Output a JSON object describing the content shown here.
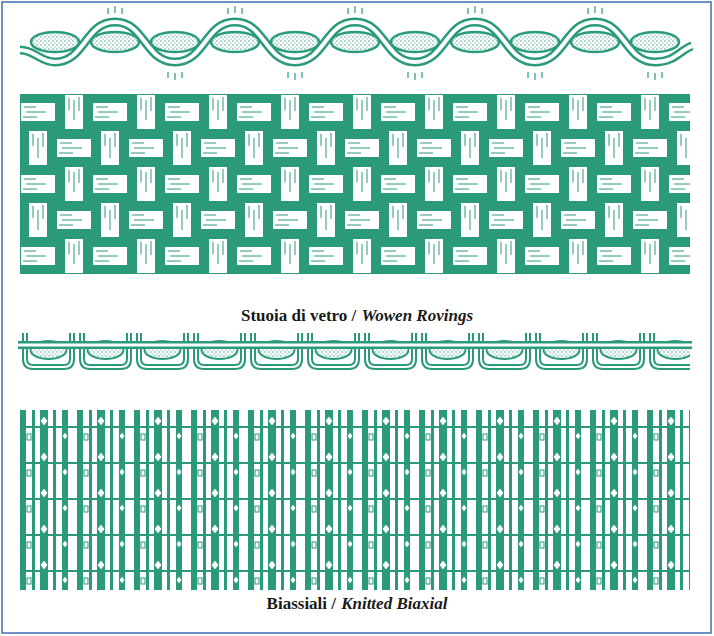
{
  "diagram": {
    "labels": [
      "Stuoia di vetro /",
      "Wowen Rovings",
      "Biassiali /",
      "Knitted Biaxial"
    ]
  }
}
